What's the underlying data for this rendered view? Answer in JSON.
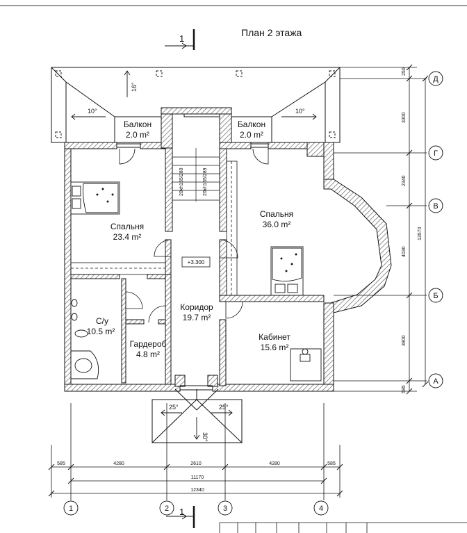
{
  "title": "План 2 этажа",
  "section_mark": "1",
  "rooms": {
    "balcony_left": {
      "name": "Балкон",
      "area": "2.0 m²"
    },
    "balcony_right": {
      "name": "Балкон",
      "area": "2.0 m²"
    },
    "bedroom_left": {
      "name": "Спальня",
      "area": "23.4 m²"
    },
    "bedroom_right": {
      "name": "Спальня",
      "area": "36.0 m²"
    },
    "corridor": {
      "name": "Коридор",
      "area": "19.7 m²"
    },
    "bathroom": {
      "name": "С/у",
      "area": "10.5 m²"
    },
    "wardrobe": {
      "name": "Гардероб",
      "area": "4.8 m²"
    },
    "office": {
      "name": "Кабинет",
      "area": "15.6 m²"
    }
  },
  "level_mark": "+3.300",
  "stairs": {
    "left": "20хh155/280",
    "right": "20хh165/289"
  },
  "slopes": {
    "top": "16°",
    "left": "10°",
    "right": "10°",
    "porch_left": "25°",
    "porch_right": "25°",
    "porch_bottom": "30°"
  },
  "dims_bottom_row1": [
    "585",
    "4280",
    "2610",
    "4280",
    "585"
  ],
  "dims_bottom_total1": "11170",
  "dims_bottom_total2": "12340",
  "dims_right_segments": [
    "250",
    "3300",
    "2340",
    "4030",
    "3900",
    "585"
  ],
  "dims_right_total": "13570",
  "axes_vertical": [
    "1",
    "2",
    "3",
    "4"
  ],
  "axes_horizontal": [
    "Д",
    "Г",
    "В",
    "Б",
    "А"
  ]
}
